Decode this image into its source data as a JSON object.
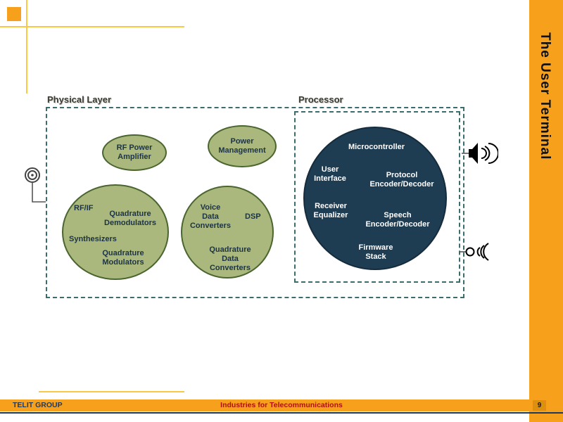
{
  "sidebar": {
    "title": "The User Terminal"
  },
  "labels": {
    "physical_layer": "Physical Layer",
    "processor": "Processor"
  },
  "physical": {
    "rf_power_amplifier": "RF Power\nAmplifier",
    "power_management": "Power\nManagement",
    "rf_if": "RF/IF",
    "quadrature_demodulators": "Quadrature\nDemodulators",
    "synthesizers": "Synthesizers",
    "quadrature_modulators": "Quadrature\nModulators",
    "voice_data_converters": "Voice\nData\nConverters",
    "dsp": "DSP",
    "quadrature_data_converters": "Quadrature\nData\nConverters"
  },
  "processor": {
    "microcontroller": "Microcontroller",
    "user_interface": "User\nInterface",
    "protocol_codec": "Protocol\nEncoder/Decoder",
    "receiver_equalizer": "Receiver\nEqualizer",
    "speech_codec": "Speech\nEncoder/Decoder",
    "firmware_stack": "Firmware\nStack"
  },
  "footer": {
    "company": "TELIT GROUP",
    "tagline": "Industries  for  Telecommunications",
    "page_number": "9"
  },
  "icons": {
    "antenna": "antenna-icon",
    "speaker": "speaker-icon",
    "microphone": "microphone-icon"
  },
  "colors": {
    "accent_orange": "#f7a01b",
    "accent_yellow": "#f9c845",
    "olive_fill": "#aab87e",
    "olive_border": "#4a652e",
    "navy_fill": "#1e3c52",
    "dash_border": "#3a6e6e",
    "tagline_red": "#b01010",
    "footer_navy": "#1f3a5f"
  }
}
